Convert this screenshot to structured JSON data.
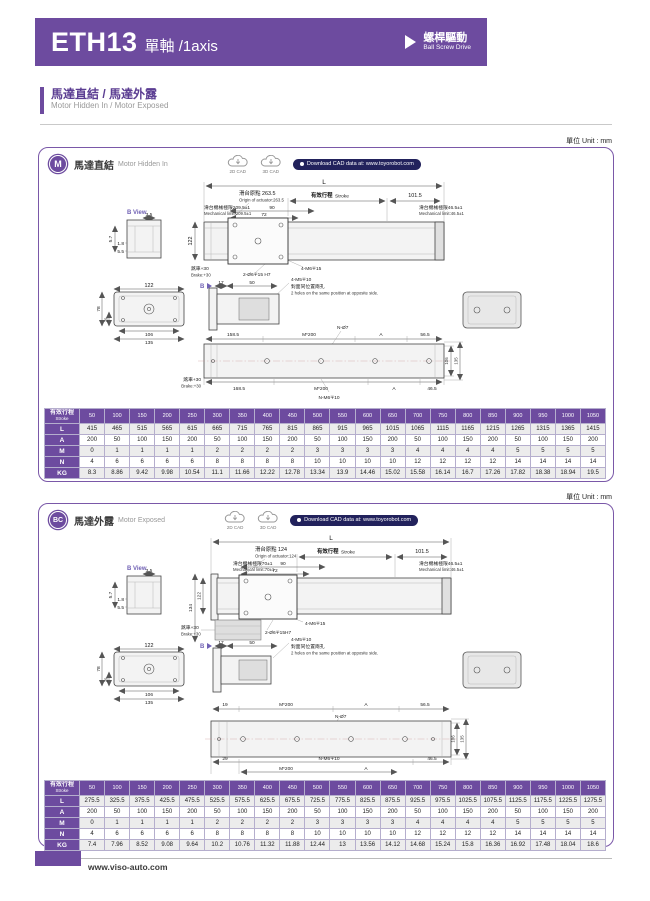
{
  "colors": {
    "accent": "#6d4b9f",
    "pill_bg": "#22225c"
  },
  "header": {
    "model": "ETH13",
    "axis": "單軸 /1axis",
    "drive_cn": "螺桿驅動",
    "drive_en": "Ball Screw Drive"
  },
  "section": {
    "title_cn": "馬達直結 / 馬達外露",
    "title_en": "Motor Hidden In / Motor Exposed"
  },
  "footer": {
    "url": "www.viso-auto.com"
  },
  "panel_m": {
    "unit": "單位 Unit : mm",
    "badge": "M",
    "title_cn": "馬達直結",
    "title_en": "Motor Hidden In",
    "cad_2d": "2D CAD",
    "cad_3d": "3D CAD",
    "download": "Download CAD data at: www.toyorobot.com",
    "d": {
      "L": "L",
      "origin_cn": "滑台原點 263.5",
      "origin_en": "Origin of actuator:263.5",
      "stroke_cn": "有效行程",
      "stroke_en": "Stroke",
      "n101": "101.5",
      "mechL_cn": "滑台機械極限209.5±1",
      "mechL_en": "Mechanical limit:209.5±1",
      "n90": "90",
      "n72": "72",
      "mechR_cn": "滑台機械極限46.5±1",
      "mechR_en": "Mechanical limit:46.5±1",
      "bview": "B View",
      "n35": "3.5",
      "n57": "5.7",
      "n18": "1.8",
      "n55": "5.5",
      "v122": "122",
      "brake_cn": "煞車+30",
      "brake_en": "Brake:+30",
      "hole_a": "2-Ø6∓15 H7",
      "hole_b": "4-M6∓15",
      "e122": "122",
      "n78": "78",
      "n29": "29",
      "n106": "106",
      "n135": "135",
      "n17": "17",
      "n50": "50",
      "hole_c": "4-M5∓10",
      "note_cn": "對面同位置兩孔",
      "note_en": "2 holes on the same position at opposite side.",
      "bmark": "B",
      "n1585": "158.5",
      "m200": "M*200",
      "nphi7": "N-Ø7",
      "A": "A",
      "n565": "56.5",
      "r106": "106",
      "r135": "135",
      "brake2_cn": "煞車+30",
      "brake2_en": "Brake:+30",
      "n1685": "168.5",
      "m200b": "M*200",
      "Ab": "A",
      "n465": "46.5",
      "hole_d": "N-M6∓10"
    },
    "table": {
      "header_cn": "有效行程",
      "header_en": "Stroke",
      "strokes": [
        "50",
        "100",
        "150",
        "200",
        "250",
        "300",
        "350",
        "400",
        "450",
        "500",
        "550",
        "600",
        "650",
        "700",
        "750",
        "800",
        "850",
        "900",
        "950",
        "1000",
        "1050"
      ],
      "rows": [
        {
          "label": "L",
          "values": [
            "415",
            "465",
            "515",
            "565",
            "615",
            "665",
            "715",
            "765",
            "815",
            "865",
            "915",
            "965",
            "1015",
            "1065",
            "1115",
            "1165",
            "1215",
            "1265",
            "1315",
            "1365",
            "1415"
          ]
        },
        {
          "label": "A",
          "values": [
            "200",
            "50",
            "100",
            "150",
            "200",
            "50",
            "100",
            "150",
            "200",
            "50",
            "100",
            "150",
            "200",
            "50",
            "100",
            "150",
            "200",
            "50",
            "100",
            "150",
            "200"
          ]
        },
        {
          "label": "M",
          "values": [
            "0",
            "1",
            "1",
            "1",
            "1",
            "2",
            "2",
            "2",
            "2",
            "3",
            "3",
            "3",
            "3",
            "4",
            "4",
            "4",
            "4",
            "5",
            "5",
            "5",
            "5"
          ]
        },
        {
          "label": "N",
          "values": [
            "4",
            "6",
            "6",
            "6",
            "6",
            "8",
            "8",
            "8",
            "8",
            "10",
            "10",
            "10",
            "10",
            "12",
            "12",
            "12",
            "12",
            "14",
            "14",
            "14",
            "14"
          ]
        },
        {
          "label": "KG",
          "values": [
            "8.3",
            "8.86",
            "9.42",
            "9.98",
            "10.54",
            "11.1",
            "11.66",
            "12.22",
            "12.78",
            "13.34",
            "13.9",
            "14.46",
            "15.02",
            "15.58",
            "16.14",
            "16.7",
            "17.26",
            "17.82",
            "18.38",
            "18.94",
            "19.5"
          ]
        }
      ]
    }
  },
  "panel_bc": {
    "unit": "單位 Unit : mm",
    "badge": "BC",
    "title_cn": "馬達外露",
    "title_en": "Motor Exposed",
    "cad_2d": "2D CAD",
    "cad_3d": "3D CAD",
    "download": "Download CAD data at: www.toyorobot.com",
    "d": {
      "L": "L",
      "origin_cn": "滑台原點 124",
      "origin_en": "Origin of actuator:124",
      "stroke_cn": "有效行程",
      "stroke_en": "Stroke",
      "n101": "101.5",
      "mechL_cn": "滑台機械極限70±1",
      "mechL_en": "Mechanical limit:70±1",
      "n90": "90",
      "n72": "72",
      "mechR_cn": "滑台機械極限46.5±1",
      "mechR_en": "Mechanical limit:46.5±1",
      "bview": "B View",
      "n35": "3.5",
      "n57": "5.7",
      "n18": "1.8",
      "n55": "5.5",
      "v134": "134",
      "v122": "122",
      "brake_cn": "煞車+30",
      "brake_en": "Brake:+30",
      "hole_a": "2-Ø6∓15H7",
      "hole_b": "4-M6∓15",
      "e122": "122",
      "n78": "78",
      "n29": "29",
      "n106": "106",
      "n135": "135",
      "n17": "17",
      "n50": "50",
      "hole_c": "4-M5∓10",
      "note_cn": "對面同位置兩孔",
      "note_en": "2 holes on the same position at opposite side.",
      "bmark": "B",
      "n19": "19",
      "m200": "M*200",
      "nphi7": "N-Ø7",
      "A": "A",
      "n565": "56.5",
      "r106": "106",
      "r135": "135",
      "n29b": "29",
      "hole_d": "N-M6∓10",
      "n465": "46.5",
      "m200b": "M*200",
      "Ab": "A"
    },
    "table": {
      "header_cn": "有效行程",
      "header_en": "Stroke",
      "strokes": [
        "50",
        "100",
        "150",
        "200",
        "250",
        "300",
        "350",
        "400",
        "450",
        "500",
        "550",
        "600",
        "650",
        "700",
        "750",
        "800",
        "850",
        "900",
        "950",
        "1000",
        "1050"
      ],
      "rows": [
        {
          "label": "L",
          "values": [
            "275.5",
            "325.5",
            "375.5",
            "425.5",
            "475.5",
            "525.5",
            "575.5",
            "625.5",
            "675.5",
            "725.5",
            "775.5",
            "825.5",
            "875.5",
            "925.5",
            "975.5",
            "1025.5",
            "1075.5",
            "1125.5",
            "1175.5",
            "1225.5",
            "1275.5"
          ]
        },
        {
          "label": "A",
          "values": [
            "200",
            "50",
            "100",
            "150",
            "200",
            "50",
            "100",
            "150",
            "200",
            "50",
            "100",
            "150",
            "200",
            "50",
            "100",
            "150",
            "200",
            "50",
            "100",
            "150",
            "200"
          ]
        },
        {
          "label": "M",
          "values": [
            "0",
            "1",
            "1",
            "1",
            "1",
            "2",
            "2",
            "2",
            "2",
            "3",
            "3",
            "3",
            "3",
            "4",
            "4",
            "4",
            "4",
            "5",
            "5",
            "5",
            "5"
          ]
        },
        {
          "label": "N",
          "values": [
            "4",
            "6",
            "6",
            "6",
            "6",
            "8",
            "8",
            "8",
            "8",
            "10",
            "10",
            "10",
            "10",
            "12",
            "12",
            "12",
            "12",
            "14",
            "14",
            "14",
            "14"
          ]
        },
        {
          "label": "KG",
          "values": [
            "7.4",
            "7.96",
            "8.52",
            "9.08",
            "9.64",
            "10.2",
            "10.76",
            "11.32",
            "11.88",
            "12.44",
            "13",
            "13.56",
            "14.12",
            "14.68",
            "15.24",
            "15.8",
            "16.36",
            "16.92",
            "17.48",
            "18.04",
            "18.6"
          ]
        }
      ]
    }
  }
}
